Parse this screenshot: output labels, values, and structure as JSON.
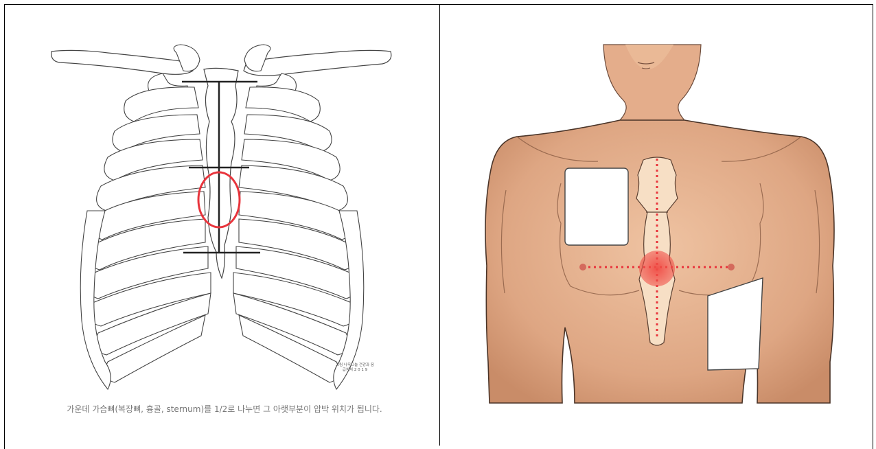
{
  "figures": {
    "skeleton": {
      "name": "ribcage-diagram",
      "watermark": "그림 나무그늘 건강과 응급처치 2 0 1 9",
      "caption": "가운데 가슴뼈(복장뼈, 흉골, sternum)를 1/2로 나누면 그 아랫부분이 압박 위치가 됩니다.",
      "marker_color": "#e8343c",
      "line_color": "#222222"
    },
    "torso": {
      "name": "aed-pad-placement-illustration",
      "skin_color": "#e7b594",
      "sternum_color": "#f7dfc5",
      "dot_color": "#f04b44",
      "pad_color": "#ffffff"
    }
  }
}
